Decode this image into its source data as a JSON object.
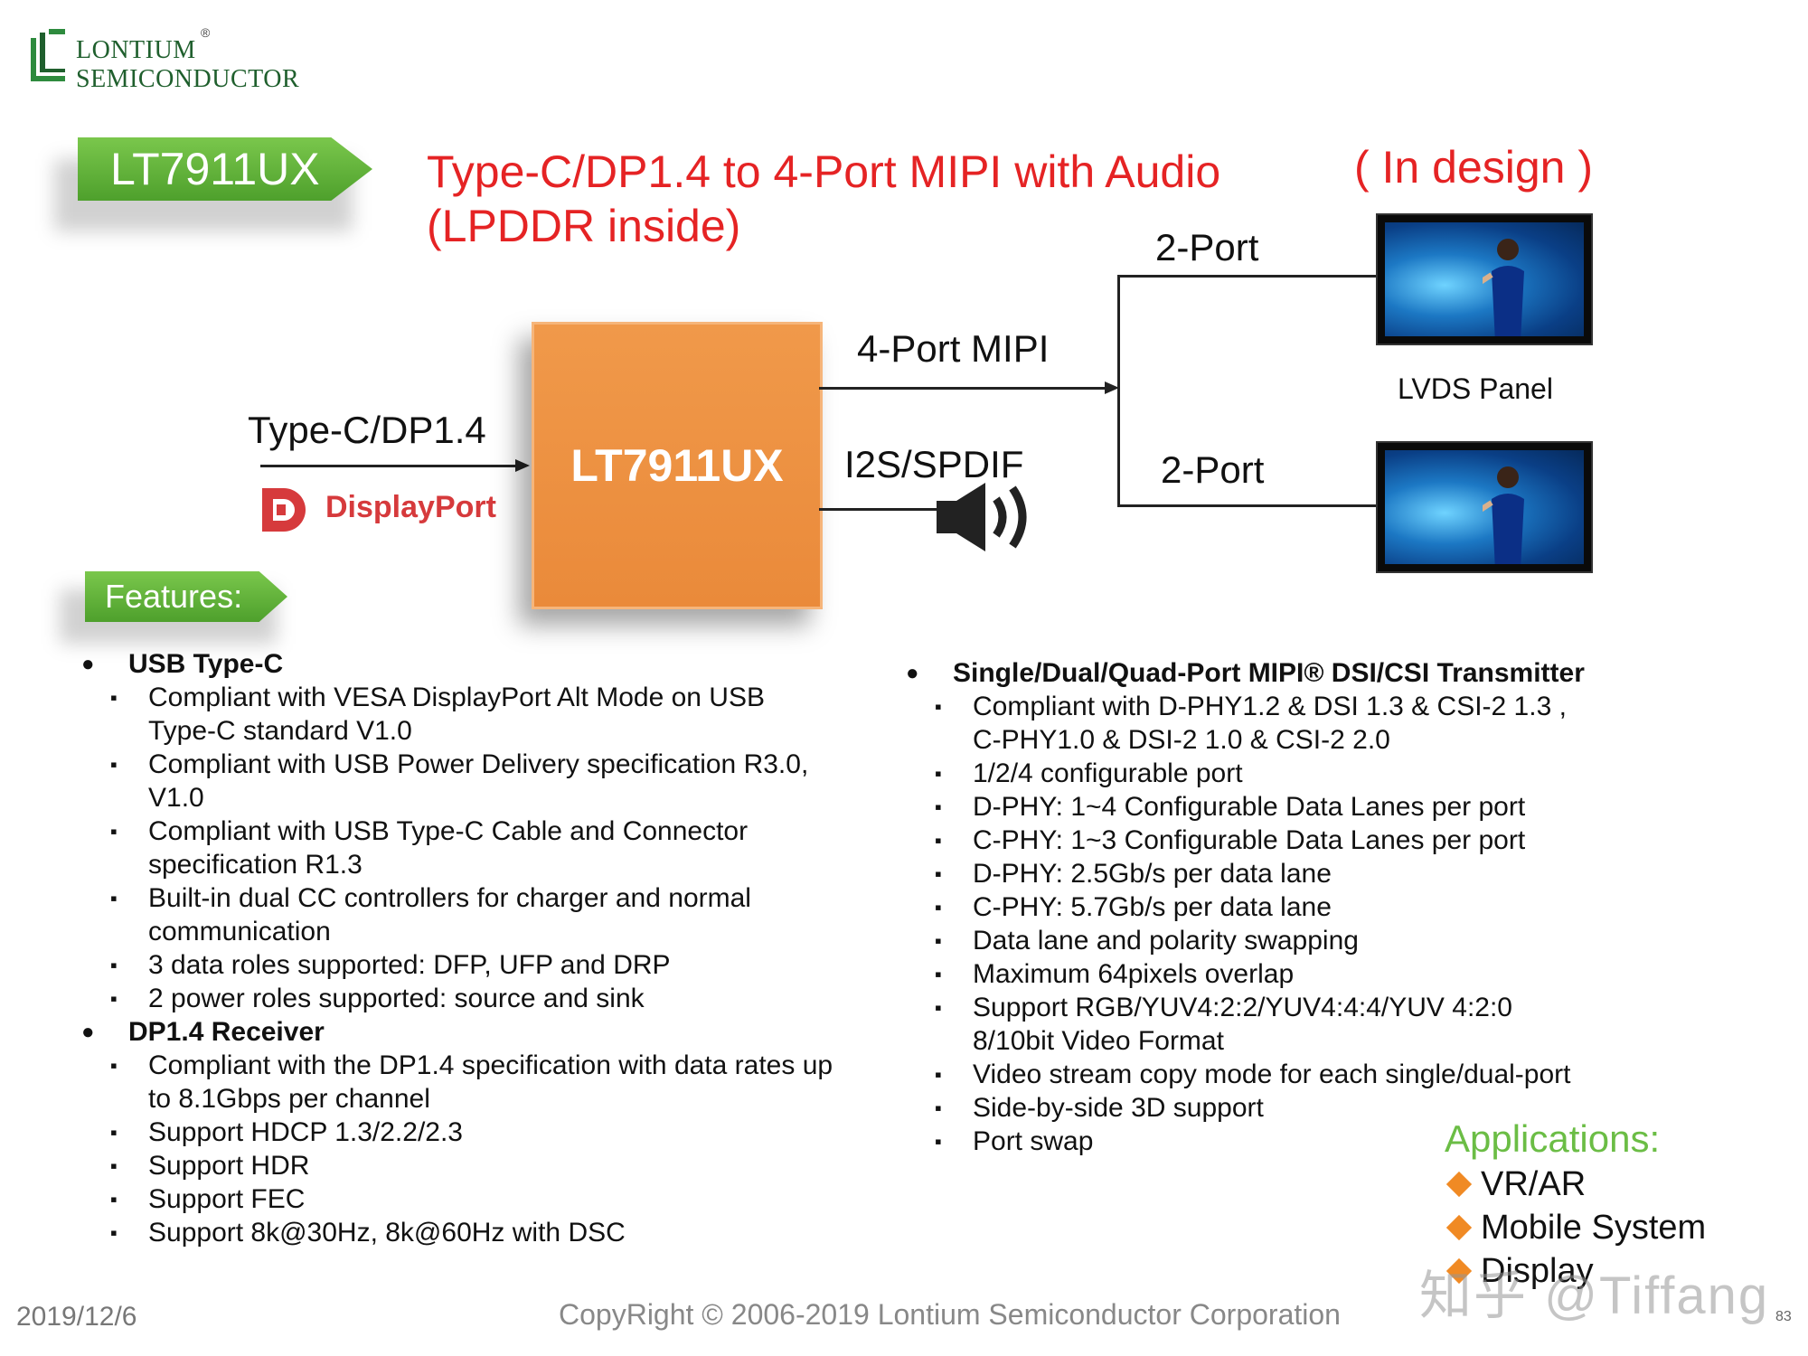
{
  "logo": {
    "line1": "LONTIUM",
    "line2": "SEMICONDUCTOR",
    "reg": "®"
  },
  "product_tag": "LT7911UX",
  "title_line1": "Type-C/DP1.4 to 4-Port MIPI with Audio",
  "title_line2": "(LPDDR inside)",
  "status": "( In design )",
  "diagram": {
    "chip_label": "LT7911UX",
    "input_label": "Type-C/DP1.4",
    "displayport_logo": "DisplayPort",
    "mipi_label": "4-Port MIPI",
    "audio_label": "I2S/SPDIF",
    "port_top_label": "2-Port",
    "port_bottom_label": "2-Port",
    "panel_label": "LVDS  Panel"
  },
  "features_tag": "Features:",
  "features_left": [
    {
      "heading": "USB Type-C",
      "items": [
        "Compliant with VESA DisplayPort Alt Mode on USB Type-C standard V1.0",
        "Compliant with USB Power Delivery specification R3.0, V1.0",
        "Compliant with USB Type-C Cable and Connector specification R1.3",
        "Built-in dual CC controllers for charger and normal communication",
        "3 data roles supported: DFP, UFP and DRP",
        "2 power roles supported: source and sink"
      ]
    },
    {
      "heading": "DP1.4 Receiver",
      "items": [
        "Compliant with the DP1.4 specification with data rates up to 8.1Gbps per channel",
        "Support HDCP 1.3/2.2/2.3",
        "Support HDR",
        "Support FEC",
        "Support 8k@30Hz, 8k@60Hz with DSC"
      ]
    }
  ],
  "features_right": {
    "heading": "Single/Dual/Quad-Port MIPI® DSI/CSI Transmitter",
    "items": [
      "Compliant with D-PHY1.2 & DSI 1.3 & CSI-2 1.3 , C-PHY1.0 & DSI-2 1.0 & CSI-2 2.0",
      "1/2/4 configurable port",
      "D-PHY: 1~4 Configurable Data Lanes per port",
      "C-PHY: 1~3 Configurable Data Lanes per port",
      "D-PHY: 2.5Gb/s per data lane",
      "C-PHY: 5.7Gb/s per data lane",
      "Data lane and polarity swapping",
      "Maximum 64pixels overlap",
      "Support RGB/YUV4:2:2/YUV4:4:4/YUV 4:2:0 8/10bit Video Format",
      "Video stream copy mode for each single/dual-port",
      "Side-by-side 3D support",
      "Port swap"
    ]
  },
  "applications": {
    "title": "Applications:",
    "items": [
      "VR/AR",
      "Mobile System",
      "Display"
    ]
  },
  "footer": {
    "date": "2019/12/6",
    "copyright": "CopyRight © 2006-2019 Lontium Semiconductor Corporation",
    "page": "83",
    "watermark": "知乎 @Tiffang"
  },
  "colors": {
    "accent_red": "#e52324",
    "tag_green": "#5fb236",
    "chip_orange": "#ee8f3f",
    "app_bullet": "#f08a24"
  },
  "icons": {
    "speaker": "speaker-icon",
    "displayport": "displayport-logo-icon"
  }
}
